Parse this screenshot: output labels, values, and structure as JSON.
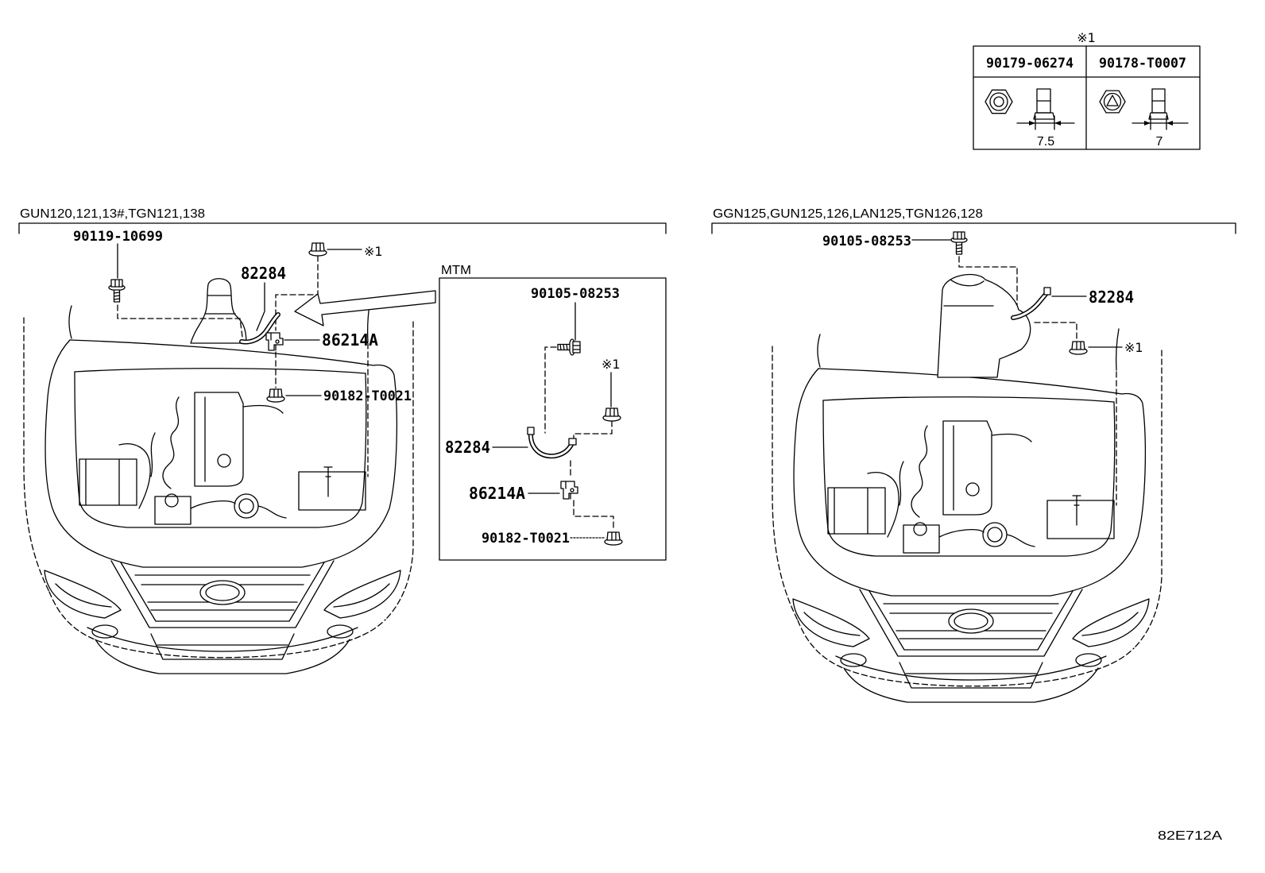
{
  "colors": {
    "line": "#000000",
    "background": "#ffffff"
  },
  "note_table": {
    "mark": "※1",
    "columns": [
      {
        "part_number": "90179-06274",
        "dimension": "7.5"
      },
      {
        "part_number": "90178-T0007",
        "dimension": "7"
      }
    ]
  },
  "left_view": {
    "applicability": "GUN120,121,13#,TGN121,138",
    "bolt": "90119-10699",
    "clamp": "82284",
    "bracket": "86214A",
    "nut": "90182-T0021",
    "nut_note": "※1"
  },
  "mtm_view": {
    "label": "MTM",
    "bolt": "90105-08253",
    "nut_note": "※1",
    "clamp": "82284",
    "bracket": "86214A",
    "nut": "90182-T0021"
  },
  "right_view": {
    "applicability": "GGN125,GUN125,126,LAN125,TGN126,128",
    "bolt": "90105-08253",
    "clamp": "82284",
    "nut_note": "※1"
  },
  "illustration_code": "82E712A"
}
